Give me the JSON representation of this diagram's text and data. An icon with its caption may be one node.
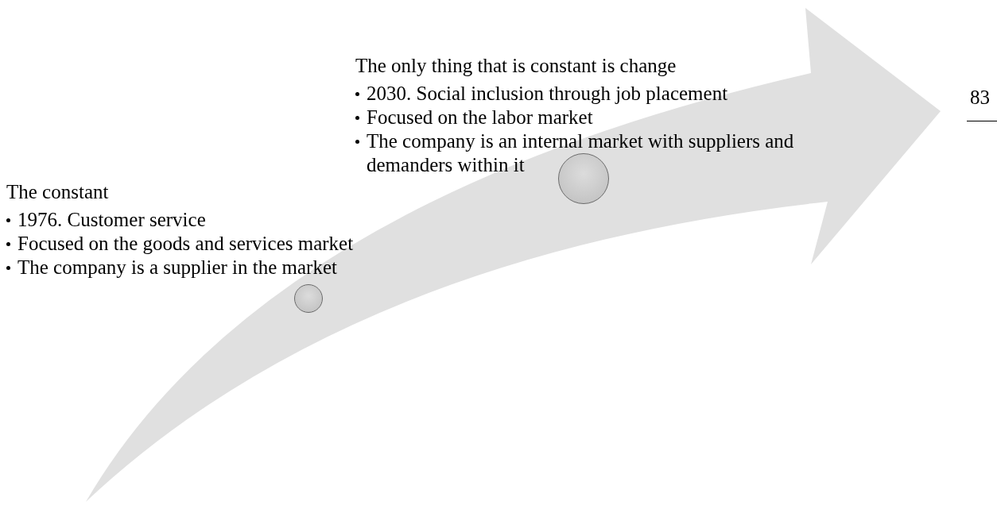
{
  "diagram": {
    "nodes": [
      {
        "text": [],
        "shape": "circle",
        "beside": [
          "The constant",
          "1976. Customer service",
          "Focused on the goods and services market",
          "The company is a supplier in the market"
        ]
      },
      {
        "text": [],
        "shape": "circle",
        "beside": [
          "The only thing that is constant is change",
          "2030. Social inclusion through job placement",
          "Focused on the labor market",
          "The company is an internal market with suppliers and demanders within it"
        ]
      }
    ],
    "labels": [
      "83"
    ]
  }
}
